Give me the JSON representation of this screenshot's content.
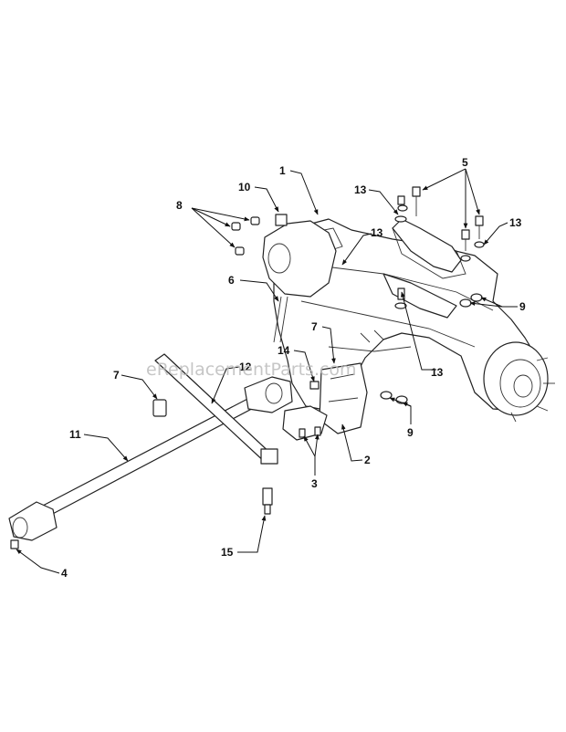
{
  "watermark": "eReplacementParts.com",
  "callouts": [
    "1",
    "2",
    "3",
    "4",
    "5",
    "6",
    "7",
    "7",
    "8",
    "9",
    "9",
    "10",
    "11",
    "12",
    "13",
    "13",
    "13",
    "13",
    "14",
    "15"
  ]
}
